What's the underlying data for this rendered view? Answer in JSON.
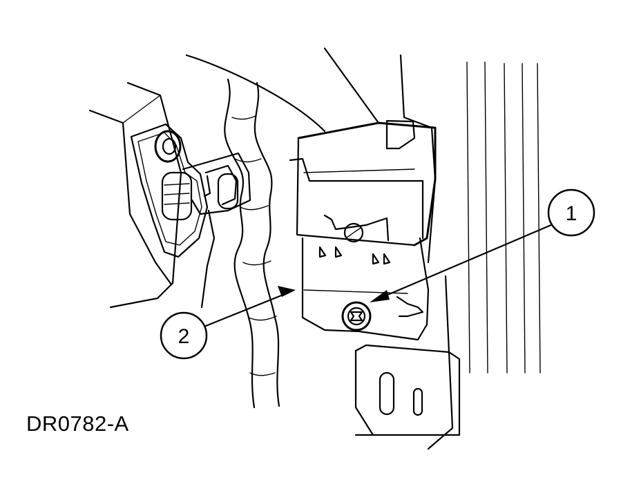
{
  "figure": {
    "id_label": "DR0782-A",
    "colors": {
      "line": "#000000",
      "background": "#ffffff"
    }
  },
  "callouts": [
    {
      "number": "1"
    },
    {
      "number": "2"
    }
  ]
}
